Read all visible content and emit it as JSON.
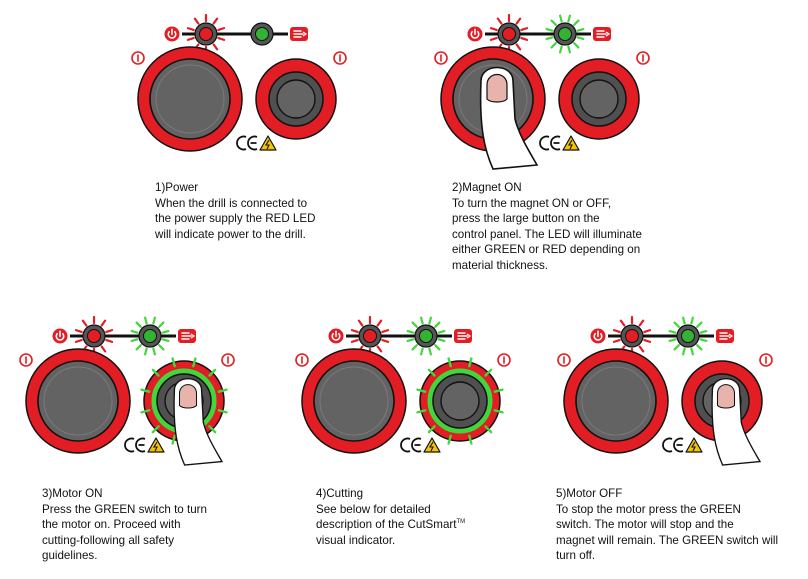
{
  "colors": {
    "panel_red": "#e31d24",
    "button_gray": "#636363",
    "led_red": "#e31d24",
    "led_green": "#34b233",
    "ray_red": "#e31d24",
    "ray_green": "#43d63c",
    "warning_yellow": "#f5c400",
    "outline": "#111111"
  },
  "icons": [
    "power-icon",
    "drill-icon",
    "ce-mark",
    "warning-icon",
    "finger-icon"
  ],
  "panels": [
    {
      "title": "1)Power",
      "lines": [
        "When the drill is connected to",
        "the power supply the RED LED",
        "will indicate power to the drill."
      ],
      "state": {
        "red_led_lit": true,
        "green_led_lit": false,
        "motor_ring_lit": false,
        "finger": "none"
      }
    },
    {
      "title": "2)Magnet ON",
      "lines": [
        "To turn the magnet ON or OFF,",
        "press the large button on the",
        "control panel. The LED will illuminate",
        "either GREEN or RED depending on",
        "material thickness."
      ],
      "state": {
        "red_led_lit": true,
        "green_led_lit": true,
        "motor_ring_lit": false,
        "finger": "magnet"
      }
    },
    {
      "title": "3)Motor ON",
      "lines": [
        "Press the GREEN switch to turn",
        "the motor on. Proceed with",
        "cutting-following all safety",
        "guidelines."
      ],
      "state": {
        "red_led_lit": true,
        "green_led_lit": true,
        "motor_ring_lit": true,
        "finger": "motor"
      }
    },
    {
      "title": "4)Cutting",
      "lines": [
        "See below for detailed",
        "description of the CutSmart",
        "visual indicator."
      ],
      "trademark": "TM",
      "state": {
        "red_led_lit": true,
        "green_led_lit": true,
        "motor_ring_lit": true,
        "finger": "none"
      }
    },
    {
      "title": "5)Motor OFF",
      "lines": [
        "To stop the motor press the GREEN",
        "switch. The motor will stop and the",
        "magnet will remain. The GREEN switch will",
        "turn off."
      ],
      "state": {
        "red_led_lit": true,
        "green_led_lit": true,
        "motor_ring_lit": false,
        "finger": "motor"
      }
    }
  ]
}
